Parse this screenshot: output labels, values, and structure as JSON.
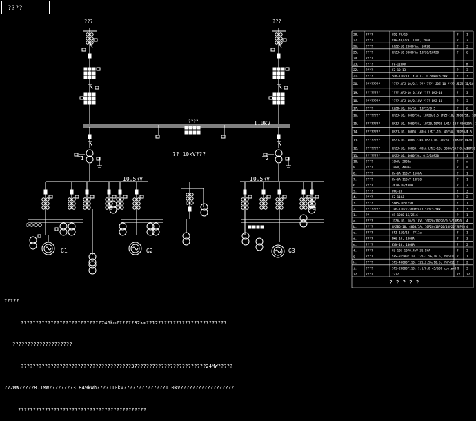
{
  "title": "????",
  "labels": {
    "top_left_bus": "???",
    "top_right_bus": "???",
    "hv_bus": "110kV",
    "tie_label": "????",
    "t1": "T1",
    "t2": "T2",
    "lv_bus_left": "10.5kV",
    "lv_bus_right": "10.5kV",
    "center_label": "?? 10kV???",
    "g1": "G1",
    "g2": "G2",
    "g3": "G3"
  },
  "notes": {
    "heading": "?????",
    "line1": "???????????????????????????746km??????32km?212???????????????????????",
    "line2": "????????????????????",
    "line3": "?????????????????????????????????????37???????????????????????24MW?????",
    "line4": "?72MW?????8.1MW????????3.849kWh????110kV??????????????110kV??????????????????",
    "line5": "???????????????????????????????????????????"
  },
  "table": {
    "footer": "? ? ? ? ?",
    "rows": [
      {
        "no": "28.",
        "name": "????",
        "spec": "SDQ-70/10",
        "unit": "?",
        "qty": "1"
      },
      {
        "no": "27.",
        "name": "????",
        "spec": "VAH-40/220, 110V, 200A",
        "unit": "?",
        "qty": "3"
      },
      {
        "no": "26.",
        "name": "????",
        "spec": "LCZ2-10 2000/5A, 10P20",
        "unit": "?",
        "qty": "3"
      },
      {
        "no": "25.",
        "name": "????",
        "spec": "LMZJ-10 3000/5A 10P20/10P20",
        "unit": "?",
        "qty": "6"
      },
      {
        "no": "24.",
        "name": "????",
        "spec": "",
        "unit": "",
        "qty": ""
      },
      {
        "no": "23.",
        "name": "????",
        "spec": "FV-110kV",
        "unit": "",
        "qty": "m"
      },
      {
        "no": "22.",
        "name": "????",
        "spec": "FZ-10-13",
        "unit": "?",
        "qty": "3"
      },
      {
        "no": "21.",
        "name": "????",
        "spec": "SDR-110/10, Y,d11, 10.5MVA/8.5kV",
        "unit": "?",
        "qty": "3"
      },
      {
        "no": "20.",
        "name": "????????",
        "spec": "???? AFJ-10/0.1 ??? ???? JDZ-10 ???? JDZJ-10/10",
        "unit": "?",
        "qty": "3"
      },
      {
        "no": "19.",
        "name": "????????",
        "spec": "???? AFJ-10 0.1kV ???? DN2-10",
        "unit": "?",
        "qty": "3"
      },
      {
        "no": "18.",
        "name": "????????",
        "spec": "???? AFJ-10/0.1kV ???? DN2-10",
        "unit": "?",
        "qty": "3"
      },
      {
        "no": "17.",
        "name": "????",
        "spec": "LZZB-10, 30/5A, 10P15/0.5",
        "unit": "?",
        "qty": "6"
      },
      {
        "no": "16.",
        "name": "????????",
        "spec": "LMZJ-10, 3000/5A, 10P20/0.5 LMZJ-10, 3000/5A, 10P20/0.5",
        "unit": "?",
        "qty": "2"
      },
      {
        "no": "15.",
        "name": "????????",
        "spec": "LMZJ-10, 4000/5A, 10P20/10P20 LMZJ-10, 4000/5A, 10P20/0.5",
        "unit": "?",
        "qty": "2"
      },
      {
        "no": "14.",
        "name": "????????",
        "spec": "LMZJ-10, 3000A, 40kA LMZJ-10, 40/5A, 10P20/0.5",
        "unit": "?",
        "qty": "1"
      },
      {
        "no": "13.",
        "name": "????????",
        "spec": "LMZJ-10, 400A 27kA LMZJ-10, 40/5A, 10P20/10P20",
        "unit": "?",
        "qty": "1"
      },
      {
        "no": "12.",
        "name": "????????",
        "spec": "LMZJ-10, 3000A, 40kA LMZJ-10, 3000/5A, 0.5/10P20",
        "unit": "?",
        "qty": "2"
      },
      {
        "no": "11.",
        "name": "????????",
        "spec": "LMZJ-10, 4000/5A, 0.5/10P20",
        "unit": "?",
        "qty": "1"
      },
      {
        "no": "10.",
        "name": "????",
        "spec": "10kV, 3000A",
        "unit": "?",
        "qty": "m"
      },
      {
        "no": "9.",
        "name": "????",
        "spec": "10kV, 4000A",
        "unit": "?",
        "qty": "m"
      },
      {
        "no": "8.",
        "name": "????",
        "spec": "LW-6A 110kV 1600A",
        "unit": "?",
        "qty": "1"
      },
      {
        "no": "7.",
        "name": "????",
        "spec": "LW-6A 110kV 10P20",
        "unit": "?",
        "qty": "1"
      },
      {
        "no": "6.",
        "name": "????",
        "spec": "ZN28-10/4000",
        "unit": "?",
        "qty": "3"
      },
      {
        "no": "5.",
        "name": "????",
        "spec": "FWG-10",
        "unit": "?",
        "qty": "3"
      },
      {
        "no": "4.",
        "name": "????",
        "spec": "FZ-110J",
        "unit": "?",
        "qty": "2"
      },
      {
        "no": "3.",
        "name": "????",
        "spec": "SFWS-105/250",
        "unit": "?",
        "qty": "1"
      },
      {
        "no": "2.",
        "name": "????????",
        "spec": "TP6-110/2-500MVA/5.5/5/5.5kV",
        "unit": "?",
        "qty": "3"
      },
      {
        "no": "1.",
        "name": "??",
        "spec": "CS-1000-15/25.6",
        "unit": "?",
        "qty": "1"
      },
      {
        "no": "a.",
        "name": "????",
        "spec": "JDZ6-10, 10/0.1kV, 10P20/10P20/0.5/10P20",
        "unit": "?",
        "qty": "4"
      },
      {
        "no": "b.",
        "name": "????",
        "spec": "LMZB6-10, 4000/5A, 10P20/10P20/10P20/10P20",
        "unit": "?",
        "qty": "4"
      },
      {
        "no": "c.",
        "name": "????",
        "spec": "SFZ-110/10, 7/11a",
        "unit": "?",
        "qty": "1"
      },
      {
        "no": "d.",
        "name": "????",
        "spec": "DK6-10, 1000A",
        "unit": "?",
        "qty": "3"
      },
      {
        "no": "e.",
        "name": "????",
        "spec": "KYN-10, 1000A",
        "unit": "?",
        "qty": "2"
      },
      {
        "no": "f.",
        "name": "????",
        "spec": "GL-10S 10/0.4kV 31.5kA",
        "unit": "?",
        "qty": "2"
      },
      {
        "no": "g.",
        "name": "????",
        "spec": "SFS-31500/110, 121±2.5%/10.5, YN/d11",
        "unit": "?",
        "qty": "1"
      },
      {
        "no": "h.",
        "name": "????",
        "spec": "SFS-40000/110, 121±2.5%/10.5, YN/d11",
        "unit": "?",
        "qty": "2"
      },
      {
        "no": "i.",
        "name": "????",
        "spec": "SFS-20000/110, 7.1/0.8 45/600 costø=0.8",
        "unit": "?",
        "qty": "3"
      },
      {
        "no": "??",
        "name": "????",
        "spec": "????",
        "unit": "??",
        "qty": "??"
      }
    ]
  }
}
